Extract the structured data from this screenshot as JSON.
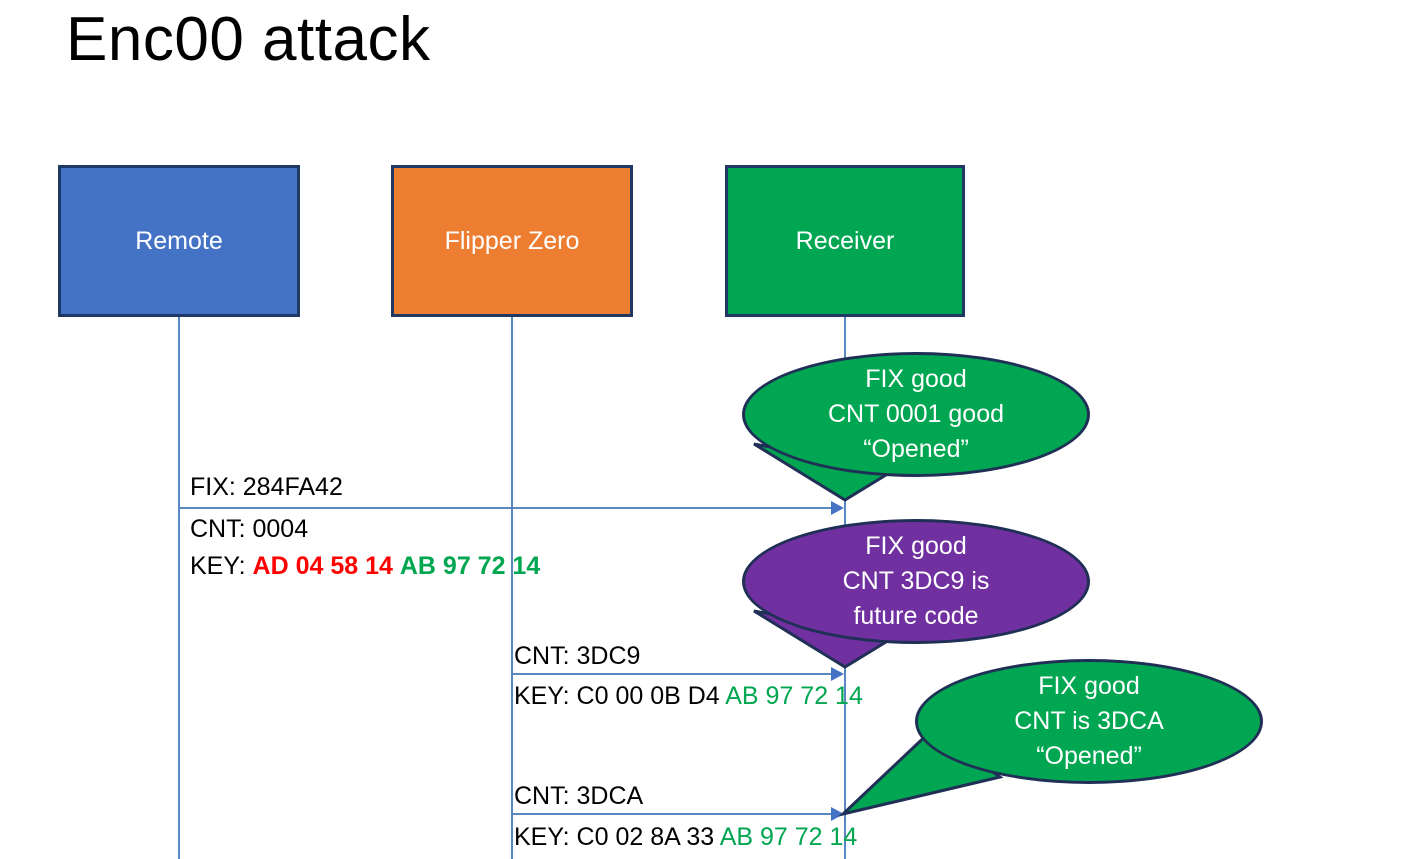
{
  "title": "Enc00 attack",
  "actors": [
    {
      "name": "remote",
      "label": "Remote",
      "color": "#4472C4"
    },
    {
      "name": "flipper",
      "label": "Flipper Zero",
      "color": "#ED7D31"
    },
    {
      "name": "receiver",
      "label": "Receiver",
      "color": "#00A651"
    }
  ],
  "messages": [
    {
      "from": "remote",
      "to": "receiver",
      "fix_label": "FIX: 284FA42",
      "cnt_label": "CNT: 0004",
      "key_prefix": "KEY: ",
      "key_red": "AD 04 58 14",
      "key_green": "AB 97 72 14"
    },
    {
      "from": "flipper",
      "to": "receiver",
      "cnt_label": "CNT: 3DC9",
      "key_prefix": "KEY: C0 00 0B D4 ",
      "key_green": "AB 97 72 14"
    },
    {
      "from": "flipper",
      "to": "receiver",
      "cnt_label": "CNT: 3DCA",
      "key_prefix": "KEY: C0 02 8A 33 ",
      "key_green": "AB 97 72 14"
    }
  ],
  "callouts": [
    {
      "name": "callout-receiver-1",
      "color": "#00A651",
      "lines": [
        "FIX good",
        "CNT 0001 good",
        "“Opened”"
      ]
    },
    {
      "name": "callout-receiver-2",
      "color": "#7030A0",
      "lines": [
        "FIX good",
        "CNT 3DC9 is",
        "future code"
      ]
    },
    {
      "name": "callout-receiver-3",
      "color": "#00A651",
      "lines": [
        "FIX good",
        "CNT is 3DCA",
        "“Opened”"
      ]
    }
  ],
  "colors": {
    "red_key": "#FF0000",
    "green_key": "#00A650",
    "line": "#5B86C4",
    "box_border": "#1F3864"
  }
}
